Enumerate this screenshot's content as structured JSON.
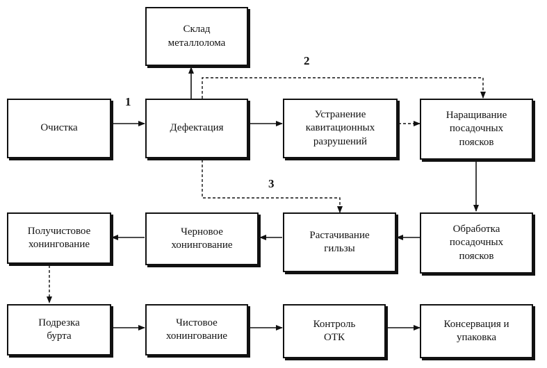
{
  "nodes": {
    "sklad": "Склад\nметаллолома",
    "ochistka": "Очистка",
    "defektaciya": "Дефектация",
    "ustranenie": "Устранение\nкавитационных\nразрушений",
    "narashchivanie": "Наращивание\nпосадочных\nпоясков",
    "obrabotka": "Обработка\nпосадочных\nпоясков",
    "rastachivanie": "Растачивание\nгильзы",
    "chernovoe": "Черновое\nхонингование",
    "poluchistovoe": "Получистовое\nхонингование",
    "podrezka": "Подрезка\nбурта",
    "chistovoe": "Чистовое\nхонингование",
    "kontrol": "Контроль\nОТК",
    "konservaciya": "Консервация и\nупаковка"
  },
  "edge_labels": {
    "route1": "1",
    "route2": "2",
    "route3": "3"
  }
}
